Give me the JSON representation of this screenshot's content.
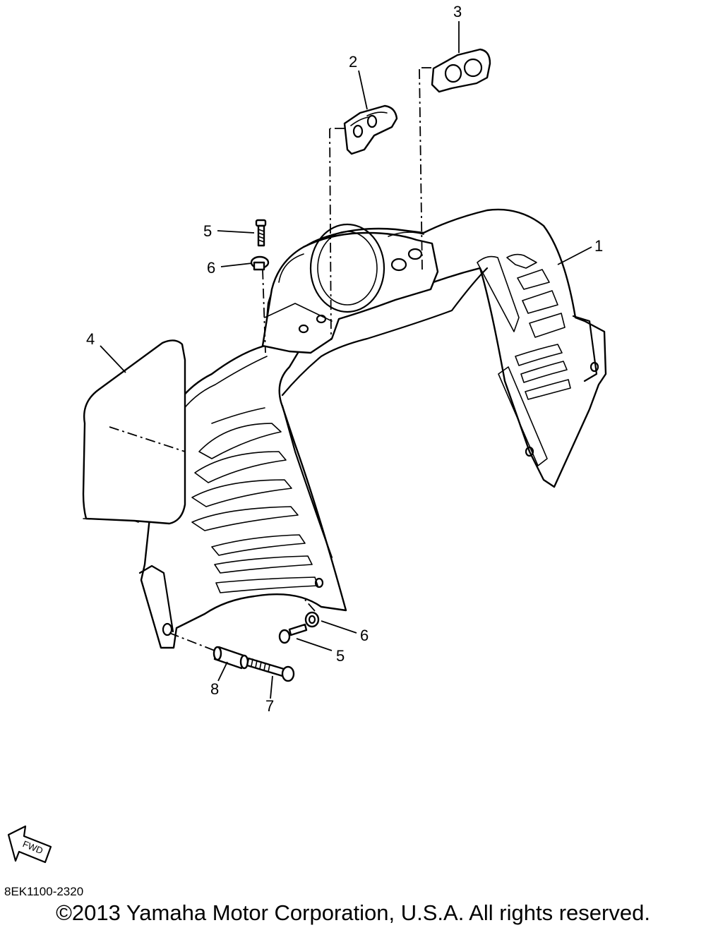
{
  "diagram": {
    "callouts": [
      {
        "id": "callout-1",
        "label": "1"
      },
      {
        "id": "callout-2",
        "label": "2"
      },
      {
        "id": "callout-3",
        "label": "3"
      },
      {
        "id": "callout-4",
        "label": "4"
      },
      {
        "id": "callout-5-top",
        "label": "5"
      },
      {
        "id": "callout-6-top",
        "label": "6"
      },
      {
        "id": "callout-6-bottom",
        "label": "6"
      },
      {
        "id": "callout-5-bottom",
        "label": "5"
      },
      {
        "id": "callout-8",
        "label": "8"
      },
      {
        "id": "callout-7",
        "label": "7"
      }
    ],
    "fwd_label": "FWD",
    "diagram_code": "8EK1100-2320",
    "copyright": "©2013 Yamaha Motor Corporation, U.S.A. All rights reserved."
  }
}
